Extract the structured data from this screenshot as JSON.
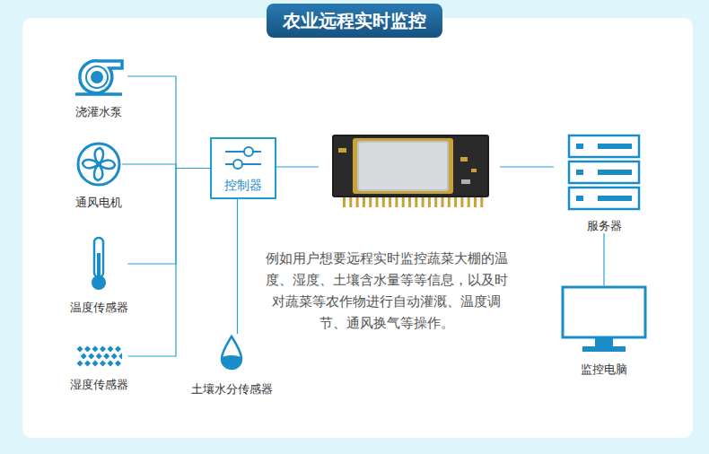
{
  "diagram": {
    "title": "农业远程实时监控",
    "nodes": [
      {
        "text": [
          "浇灌水泵"
        ]
      },
      {
        "text": [
          "通风电机"
        ]
      },
      {
        "text": [
          "温度传感器"
        ]
      },
      {
        "text": [
          "湿度传感器"
        ]
      },
      {
        "text": [
          "土壤水分传感器"
        ]
      },
      {
        "text": [
          "控制器"
        ]
      },
      {
        "text": [
          "服务器"
        ]
      },
      {
        "text": [
          "监控电脑"
        ]
      }
    ],
    "edges": [
      {
        "from": 0,
        "to": 5,
        "arrow": "none"
      },
      {
        "from": 1,
        "to": 5,
        "arrow": "none"
      },
      {
        "from": 2,
        "to": 5,
        "arrow": "none"
      },
      {
        "from": 3,
        "to": 5,
        "arrow": "none"
      },
      {
        "from": 4,
        "to": 5,
        "arrow": "none"
      },
      {
        "from": 6,
        "to": 7,
        "arrow": "none"
      }
    ],
    "labels": [
      "例如用户想要远程实时监控蔬菜大棚的温度、湿度、土壤含水量等等信息，以及时对蔬菜等农作物进行自动灌溉、温度调节、通风换气等操作。"
    ]
  }
}
